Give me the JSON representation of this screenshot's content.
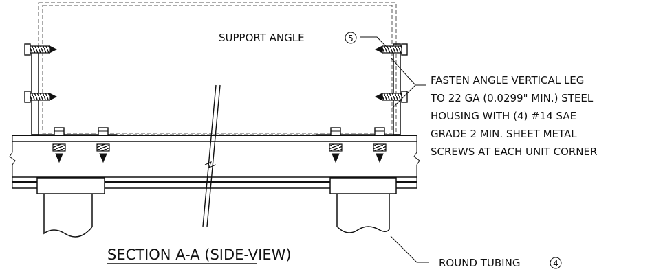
{
  "drawing": {
    "title": "SECTION A-A (SIDE-VIEW)",
    "callouts": {
      "support_angle": "SUPPORT ANGLE",
      "support_angle_ref": "5",
      "round_tubing": "ROUND TUBING",
      "round_tubing_ref": "4"
    },
    "note_lines": [
      "FASTEN ANGLE VERTICAL LEG",
      "TO 22 GA (0.0299\" MIN.) STEEL",
      "HOUSING WITH (4) #14 SAE",
      "GRADE 2 MIN. SHEET METAL",
      "SCREWS AT EACH UNIT CORNER"
    ]
  }
}
